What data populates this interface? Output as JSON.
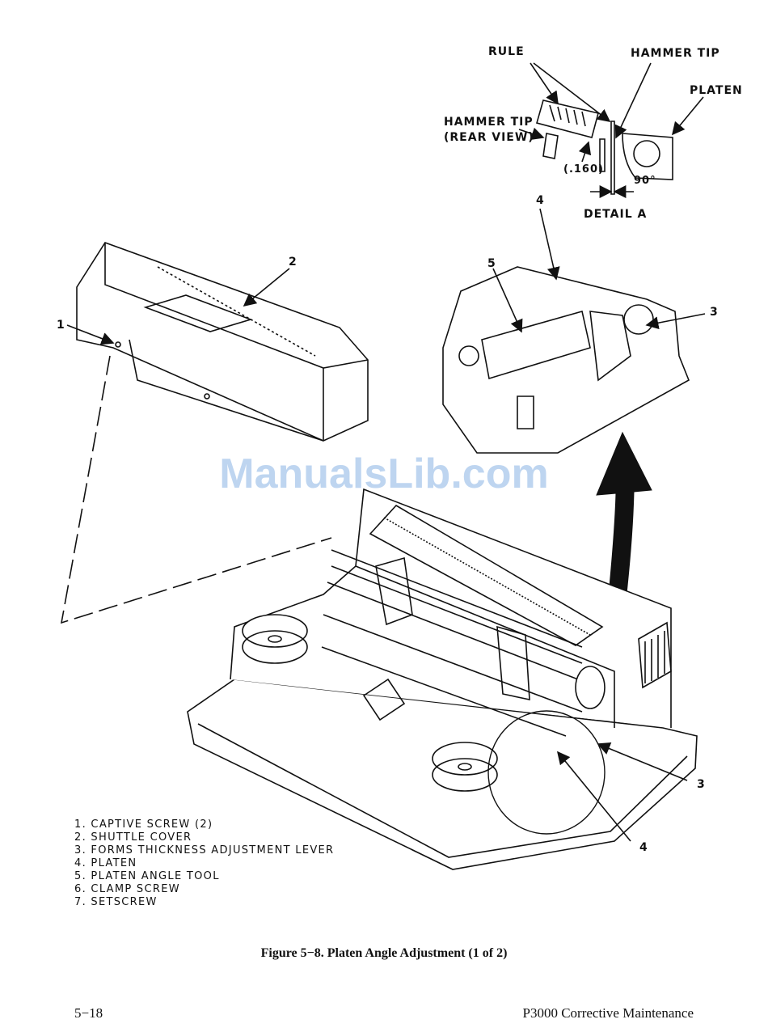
{
  "detail_labels": {
    "rule": "RULE",
    "hammer_tip": "HAMMER TIP",
    "platen": "PLATEN",
    "hammer_tip_rear_1": "HAMMER TIP",
    "hammer_tip_rear_2": "(REAR VIEW)",
    "gap": "(.160)",
    "angle": "90°",
    "detail_title": "DETAIL A"
  },
  "callouts": {
    "c1": "1",
    "c2": "2",
    "c3_top": "3",
    "c4_top": "4",
    "c5": "5",
    "c3_bottom": "3",
    "c4_bottom": "4"
  },
  "legend": [
    "1.  CAPTIVE SCREW (2)",
    "2.  SHUTTLE COVER",
    "3.  FORMS THICKNESS ADJUSTMENT LEVER",
    "4.  PLATEN",
    "5.  PLATEN ANGLE TOOL",
    "6.  CLAMP SCREW",
    "7.  SETSCREW"
  ],
  "caption": "Figure 5−8. Platen Angle Adjustment  (1 of 2)",
  "footer": {
    "page_number": "5−18",
    "manual_title": "P3000 Corrective Maintenance"
  },
  "watermark": "ManualsLib.com"
}
